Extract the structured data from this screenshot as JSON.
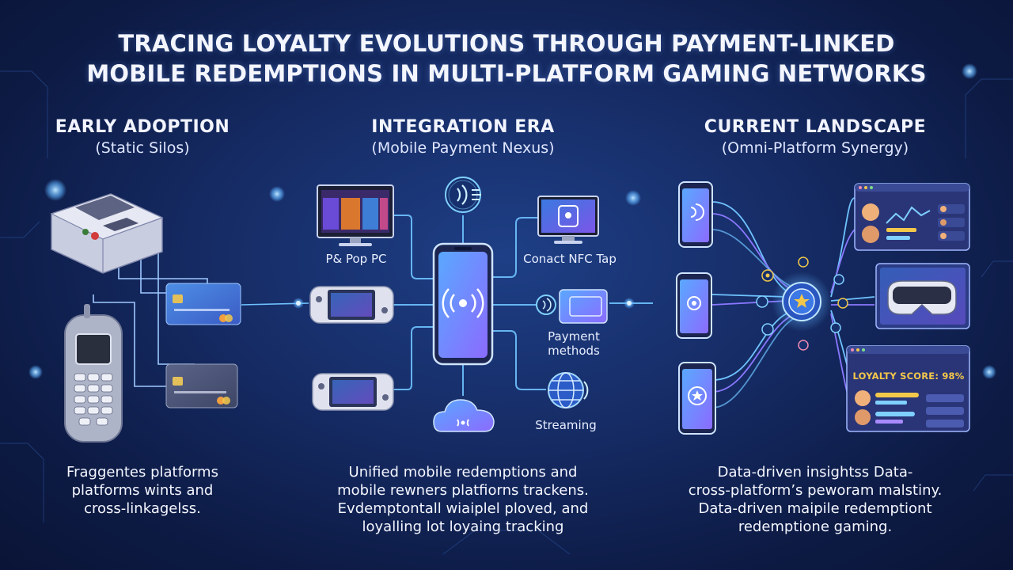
{
  "title": {
    "line1": "TRACING LOYALTY EVOLUTIONS THROUGH PAYMENT-LINKED",
    "line2": "MOBILE REDEMPTIONS IN MULTI-PLATFORM GAMING NETWORKS"
  },
  "columns": [
    {
      "heading": "EARLY ADOPTION",
      "subheading": "(Static Silos)",
      "description": [
        "Fraggentes platforms",
        "platforms wints and",
        "cross-linkagelss."
      ]
    },
    {
      "heading": "INTEGRATION ERA",
      "subheading": "(Mobile Payment Nexus)",
      "description": [
        "Unified mobile redemptions and",
        "mobile rewners platfiorns trackens.",
        "Evdemptontall wiaiplel ploved, and",
        "loyalling lot loyaing tracking"
      ]
    },
    {
      "heading": "CURRENT LANDSCAPE",
      "subheading": "(Omni-Platform Synergy)",
      "description": [
        "Data-driven insightss Data-",
        "cross-platform’s peworam malstiny.",
        "Data-driven maipile redemptiont",
        "redemptione gaming."
      ]
    }
  ],
  "integration_labels": {
    "pc": "P& Pop PC",
    "nfc": "Conact NFC Tap",
    "payment_line1": "Payment",
    "payment_line2": "methods",
    "streaming": "Streaming"
  },
  "loyalty_score": "LOYALTY SCORE: 98%",
  "colors": {
    "glow": "#6fc3ff",
    "purple": "#8a78ff",
    "accent_gold": "#f3c84a",
    "panel": "#2a3577"
  }
}
